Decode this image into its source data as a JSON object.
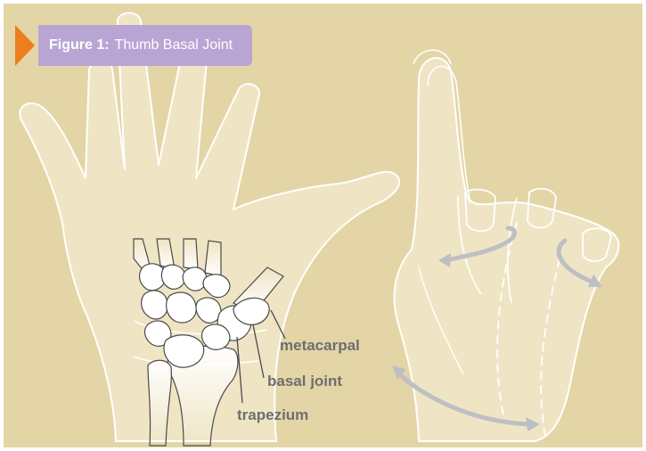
{
  "figure": {
    "label": "Figure 1:",
    "title": "Thumb Basal Joint"
  },
  "callouts": {
    "metacarpal": "metacarpal",
    "basal_joint": "basal joint",
    "trapezium": "trapezium"
  },
  "colors": {
    "background": "#e4d5a6",
    "hand_fill": "#efe5c4",
    "outline": "#ffffff",
    "bone_fill": "#ffffff",
    "bone_stroke": "#4a4a4a",
    "motion_arrow": "#bdbfc4",
    "banner": "#b9a5d4",
    "banner_accent": "#ee7d1e",
    "label_text": "#6d6e71"
  },
  "icons": {
    "banner_pointer": "orange-triangle-icon",
    "motion_arrows": "curved-double-arrow-icon"
  }
}
